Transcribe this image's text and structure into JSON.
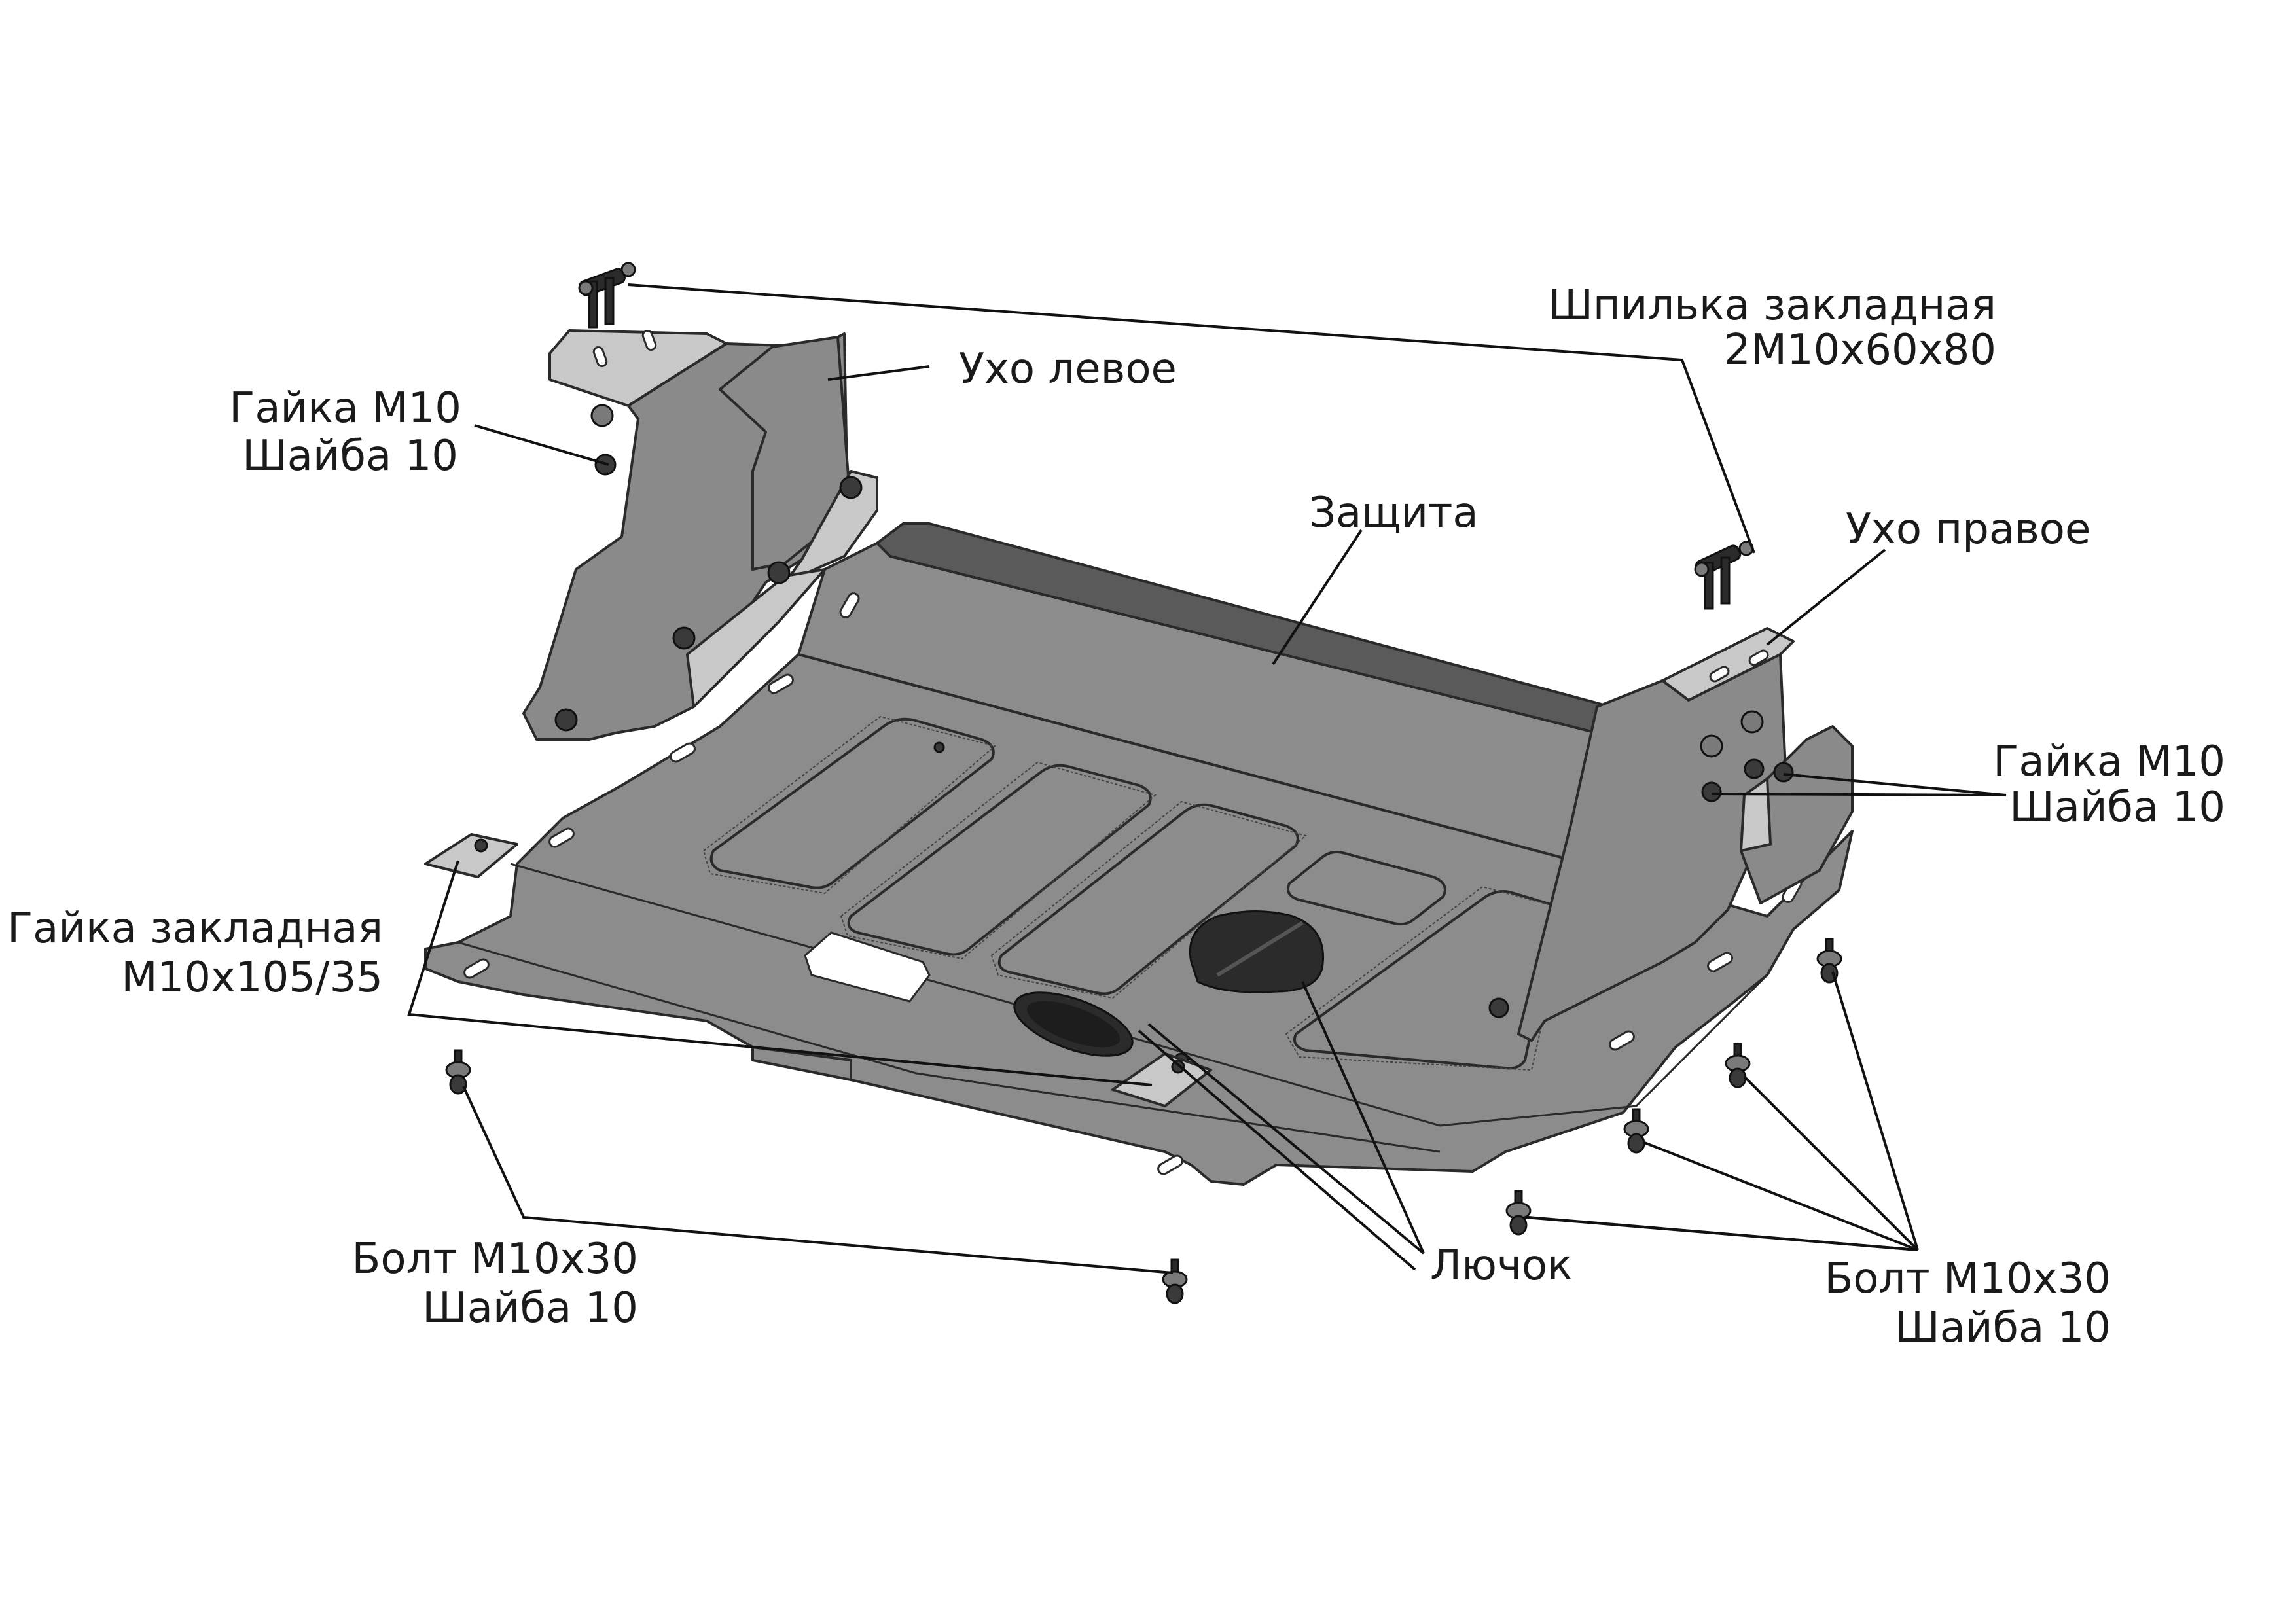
{
  "diagram": {
    "type": "exploded assembly drawing",
    "colors": {
      "background": "#ffffff",
      "metal": "#8c8c8c",
      "metal_dark": "#5a5a5a",
      "metal_light": "#c8c8c8",
      "hardware": "#2b2b2b",
      "text": "#1a1a1a"
    }
  },
  "labels": {
    "stud": {
      "line1": "Шпилька закладная",
      "line2": "2М10х60х80"
    },
    "ear_left": {
      "line1": "Ухо левое"
    },
    "nut_left": {
      "line1": "Гайка М10",
      "line2": "Шайба 10"
    },
    "guard": {
      "line1": "Защита"
    },
    "ear_right": {
      "line1": "Ухо правое"
    },
    "nut_right": {
      "line1": "Гайка М10",
      "line2": "Шайба 10"
    },
    "embedded_nut": {
      "line1": "Гайка закладная",
      "line2": "М10х105/35"
    },
    "bolt_left": {
      "line1": "Болт М10х30",
      "line2": "Шайба 10"
    },
    "hatch": {
      "line1": "Лючок"
    },
    "bolt_right": {
      "line1": "Болт М10х30",
      "line2": "Шайба 10"
    }
  },
  "parts": [
    {
      "id": "guard",
      "icon": "skid-plate-icon"
    },
    {
      "id": "ear_left",
      "icon": "bracket-icon"
    },
    {
      "id": "ear_right",
      "icon": "bracket-icon"
    },
    {
      "id": "stud",
      "icon": "stud-icon"
    },
    {
      "id": "embedded_nut",
      "icon": "embedded-nut-icon"
    },
    {
      "id": "hatch",
      "icon": "hatch-cover-icon"
    },
    {
      "id": "bolt",
      "icon": "bolt-icon"
    },
    {
      "id": "nut",
      "icon": "nut-icon"
    }
  ]
}
